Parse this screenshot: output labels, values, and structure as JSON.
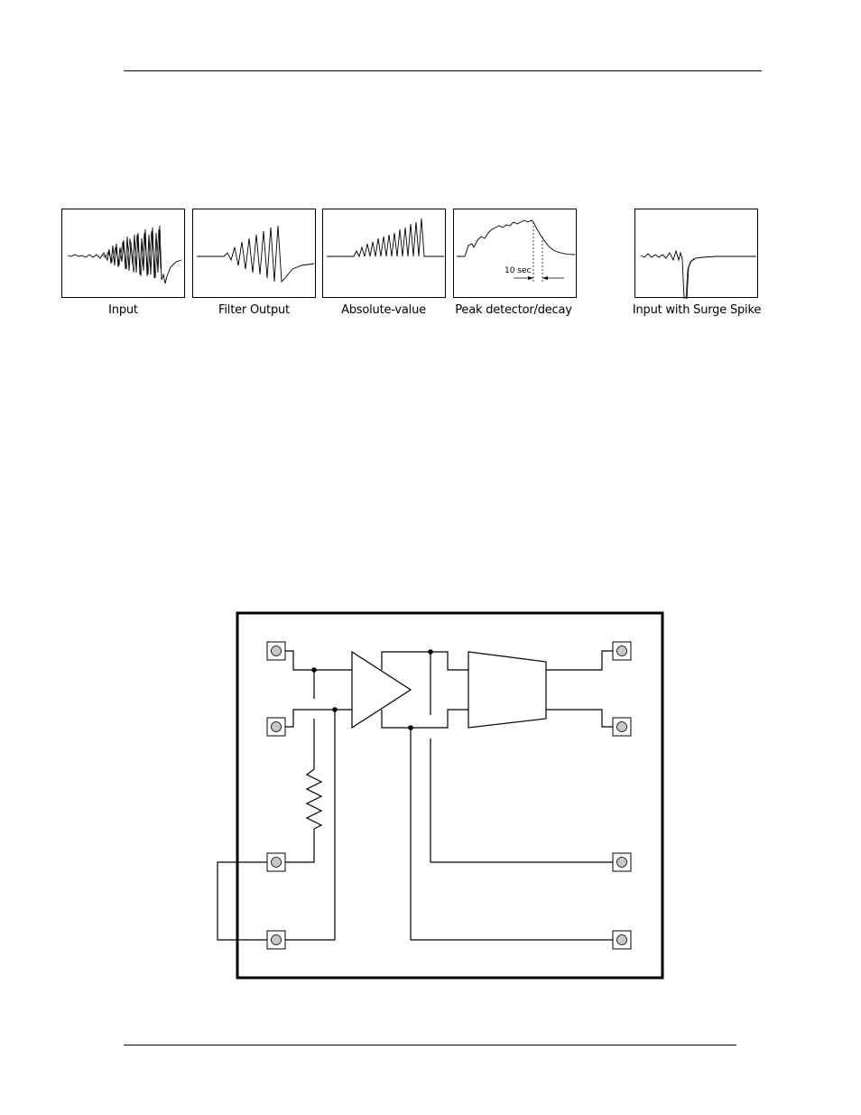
{
  "figures": {
    "waveforms": [
      {
        "id": "input",
        "caption": "Input"
      },
      {
        "id": "filter",
        "caption": "Filter Output"
      },
      {
        "id": "absval",
        "caption": "Absolute-value"
      },
      {
        "id": "peak",
        "caption": "Peak detector/decay",
        "annotation": "10 sec"
      },
      {
        "id": "surge",
        "caption": "Input with Surge Spike"
      }
    ]
  },
  "diagram": {
    "components": [
      "amplifier-triangle",
      "filter-trapezoid",
      "resistor",
      "capacitor"
    ],
    "terminal_count": 8,
    "colors": {
      "terminal_fill": "#c8c8c8",
      "line": "#000000"
    }
  }
}
